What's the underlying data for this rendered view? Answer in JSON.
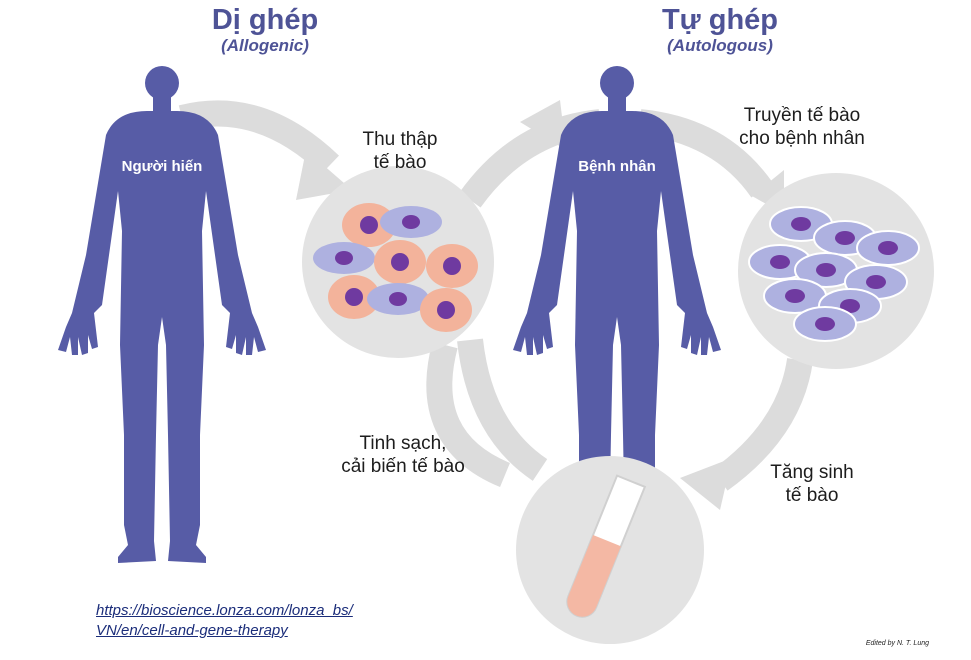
{
  "allogenic": {
    "title": "Dị ghép",
    "subtitle": "(Allogenic)",
    "body_label": "Người hiến"
  },
  "autologous": {
    "title": "Tự ghép",
    "subtitle": "(Autologous)",
    "body_label": "Bệnh nhân"
  },
  "steps": {
    "collect": [
      "Thu thập",
      "tế bào"
    ],
    "modify": [
      "Tinh sạch,",
      "cải biến tế bào"
    ],
    "expand": [
      "Tăng sinh",
      "tế bào"
    ],
    "infuse": [
      "Truyền tế bào",
      "cho bệnh nhân"
    ]
  },
  "source_link": [
    "https://bioscience.lonza.com/lonza_bs/",
    "VN/en/cell-and-gene-therapy"
  ],
  "credit": "Edited by N. T. Lung",
  "colors": {
    "body": "#575ca6",
    "title": "#4e5396",
    "arrow": "#dcdcdc",
    "circle": "#e3e3e3",
    "cell_mixed_peach": "#f3b39b",
    "cell_lavender": "#aeb1e0",
    "nucleus": "#6f3aa0",
    "tube_fill": "#f4b8a4"
  }
}
